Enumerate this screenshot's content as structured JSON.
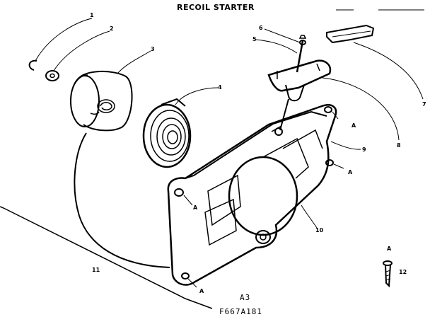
{
  "title": "RECOIL STARTER",
  "callouts": {
    "c1": "1",
    "c2": "2",
    "c3": "3",
    "c4": "4",
    "c5": "5",
    "c6": "6",
    "c7": "7",
    "c8": "8",
    "c9": "9",
    "c10": "10",
    "c11": "11",
    "c12": "12"
  },
  "refs": {
    "a": "A"
  },
  "footer": {
    "code": "A3",
    "part_id": "F667A181"
  }
}
